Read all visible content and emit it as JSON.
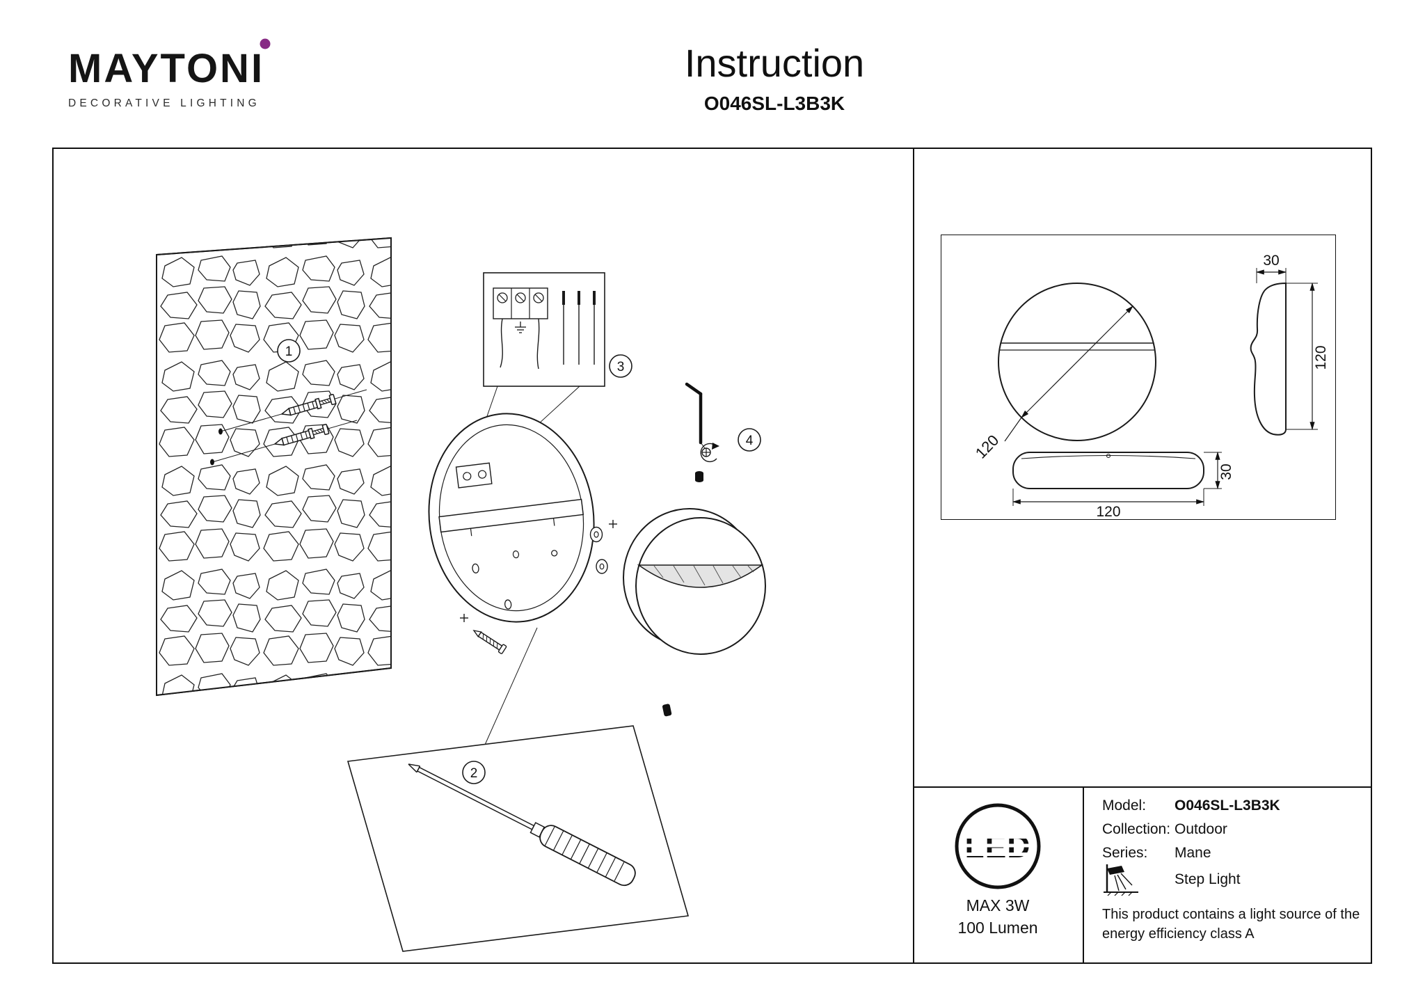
{
  "brand": {
    "logo_text": "MAYTONI",
    "logo_subtitle": "DECORATIVE LIGHTING",
    "logo_dot_color": "#872a84"
  },
  "header": {
    "title": "Instruction",
    "model": "O046SL-L3B3K"
  },
  "installation": {
    "steps": [
      "1",
      "2",
      "3",
      "4"
    ]
  },
  "dimensions": {
    "front_diameter": "120",
    "side_depth": "30",
    "side_height": "120",
    "bottom_width": "120",
    "bottom_height": "30"
  },
  "led_badge": {
    "logo": "LED",
    "max_power": "MAX 3W",
    "luminous_flux": "100 Lumen"
  },
  "specs": {
    "rows": [
      {
        "label": "Model:",
        "value": "O046SL-L3B3K"
      },
      {
        "label": "Collection:",
        "value": "Outdoor"
      },
      {
        "label": "Series:",
        "value": "Mane"
      }
    ],
    "type": "Step Light",
    "note": "This product contains a light source of the energy efficiency class A"
  }
}
